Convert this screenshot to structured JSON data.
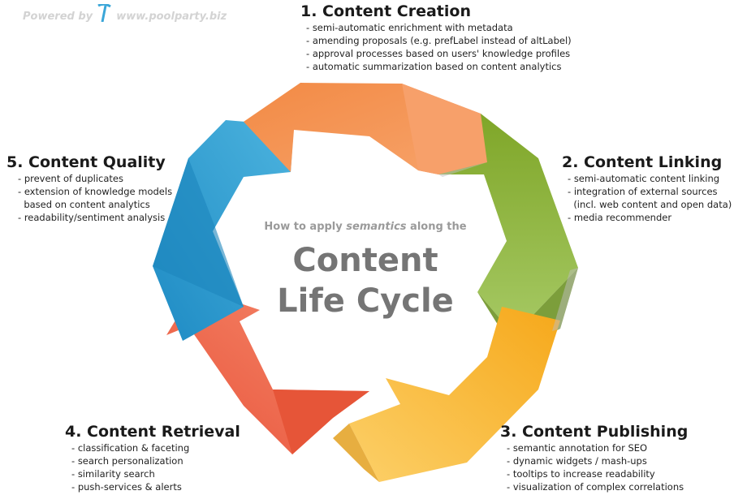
{
  "branding": {
    "powered_by": "Powered by",
    "url": "www.poolparty.biz",
    "icon": "umbrella-icon"
  },
  "center": {
    "subtitle_pre": "How to apply ",
    "subtitle_em": "semantics",
    "subtitle_post": " along the",
    "title_line1": "Content",
    "title_line2": "Life Cycle"
  },
  "colors": {
    "creation": "#f08848",
    "linking": "#8db53a",
    "publishing": "#f6b21a",
    "retrieval": "#ec6042",
    "quality": "#2a9bd0"
  },
  "stages": [
    {
      "title": "1. Content Creation",
      "items": [
        "semi-automatic enrichment with metadata",
        "amending proposals (e.g. prefLabel instead of altLabel)",
        "approval processes based on users' knowledge profiles",
        "automatic summarization based on content analytics"
      ]
    },
    {
      "title": "2. Content Linking",
      "items": [
        "semi-automatic content linking",
        "integration of external sources",
        "(incl. web content and open data)",
        "media recommender"
      ]
    },
    {
      "title": "3. Content Publishing",
      "items": [
        "semantic annotation for SEO",
        "dynamic widgets / mash-ups",
        "tooltips to increase readability",
        "visualization of complex correlations"
      ]
    },
    {
      "title": "4. Content Retrieval",
      "items": [
        "classification & faceting",
        "search personalization",
        "similarity search",
        "push-services & alerts"
      ]
    },
    {
      "title": "5. Content Quality",
      "items": [
        "prevent of duplicates",
        "extension of knowledge models",
        "based on content analytics",
        "readability/sentiment analysis"
      ]
    }
  ]
}
